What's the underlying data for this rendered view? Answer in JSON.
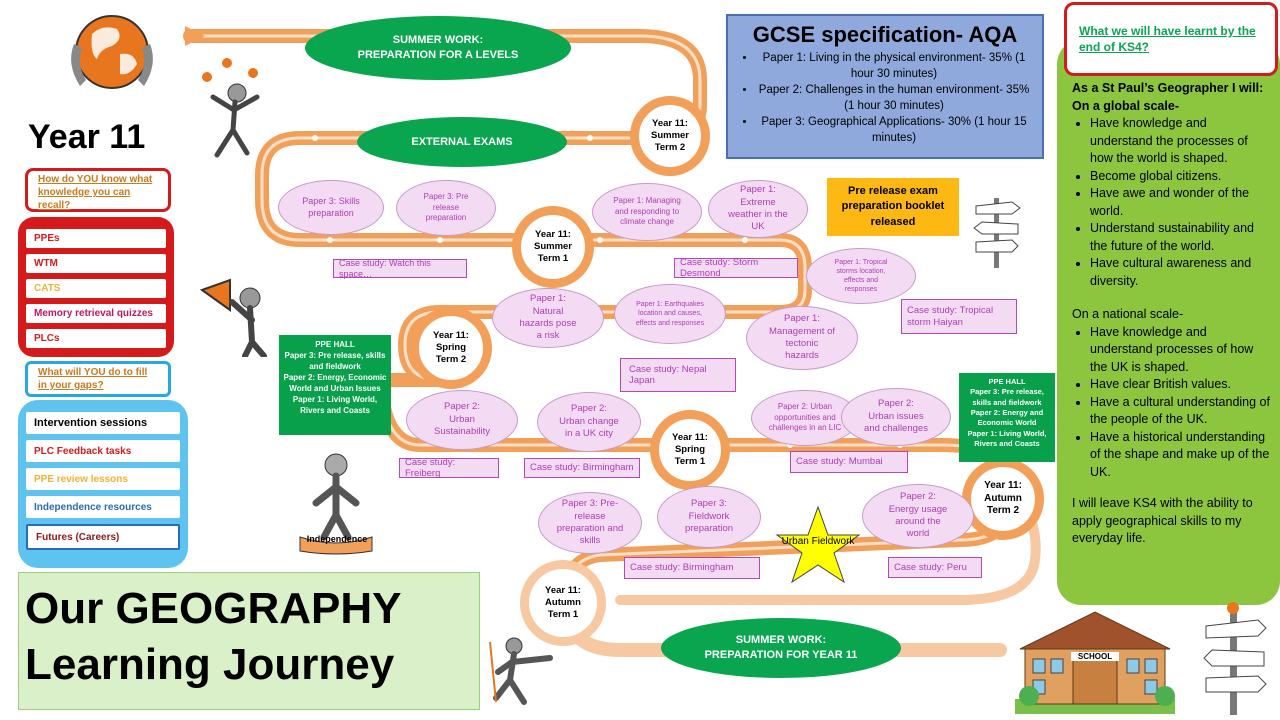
{
  "heading": {
    "year": "Year 11",
    "title_line1": "Our GEOGRAPHY",
    "title_line2": "Learning Journey"
  },
  "recall": {
    "question": "How do YOU know what knowledge you can recall?",
    "items": [
      {
        "label": "PPEs",
        "color": "#d41a1a"
      },
      {
        "label": "WTM",
        "color": "#d41a1a"
      },
      {
        "label": "CATS",
        "color": "#f2b134"
      },
      {
        "label": "Memory retrieval quizzes",
        "color": "#c2185b"
      },
      {
        "label": "PLCs",
        "color": "#d41a1a"
      }
    ]
  },
  "gaps": {
    "question": "What will YOU do to fill in your gaps?",
    "items": [
      {
        "label": "Intervention sessions",
        "color": "#000000"
      },
      {
        "label": "PLC Feedback tasks",
        "color": "#d41a1a"
      },
      {
        "label": "PPE review lessons",
        "color": "#f2b134"
      },
      {
        "label": "Independence resources",
        "color": "#2a6bb5"
      },
      {
        "label": "Futures (Careers)",
        "color": "#8b1a1a"
      }
    ]
  },
  "spec": {
    "title": "GCSE specification- AQA",
    "items": [
      "Paper 1: Living in the physical environment- 35% (1 hour 30 minutes)",
      "Paper 2: Challenges in the human environment- 35% (1 hour 30 minutes)",
      "Paper 3: Geographical Applications- 30% (1 hour 15 minutes)"
    ]
  },
  "ks4": {
    "link": "What we will have learnt by the end of KS4?",
    "intro": "As a St Paul’s Geographer I will:",
    "global_heading": "On a global scale-",
    "global_items": [
      "Have knowledge and understand the processes of how the world is shaped.",
      "Become global citizens.",
      "Have awe and wonder of the world.",
      "Understand sustainability and the future of the world.",
      "Have cultural awareness and diversity."
    ],
    "national_heading": "On a national scale-",
    "national_items": [
      "Have knowledge and understand processes of how the UK is shaped.",
      "Have clear British values.",
      "Have a cultural understanding of the people of the UK.",
      "Have a historical understanding of the shape and make up of the UK."
    ],
    "closing": "I will leave KS4 with the ability to apply geographical skills to my everyday life."
  },
  "pills": {
    "summer_top": "SUMMER WORK: PREPARATION FOR A LEVELS",
    "exams": "EXTERNAL EXAMS",
    "summer_bottom": "SUMMER WORK: PREPARATION FOR YEAR 11"
  },
  "terms": {
    "summer2": "Year 11: Summer Term 2",
    "summer1": "Year 11: Summer Term 1",
    "spring2": "Year 11: Spring Term 2",
    "spring1": "Year 11: Spring Term 1",
    "autumn2": "Year 11: Autumn Term 2",
    "autumn1": "Year 11: Autumn Term 1"
  },
  "bubbles": {
    "skills": "Paper 3: Skills preparation",
    "prerelease_top": "Paper 3: Pre release preparation",
    "climate": "Paper 1: Managing and responding to climate change",
    "weather": "Paper 1: Extreme weather in the UK",
    "storms": "Paper 1: Tropical storms location, effects and responses",
    "hazards": "Paper 1: Natural hazards pose a risk",
    "earthquakes": "Paper 1: Earthquakes location and causes, effects and responses",
    "tectonic": "Paper 1: Management of tectonic hazards",
    "urban_sust": "Paper 2: Urban Sustainability",
    "urban_change": "Paper 2: Urban change in a UK city",
    "lic": "Paper 2: Urban opportunities and challenges in an LIC",
    "urban_issues": "Paper 2: Urban issues and challenges",
    "prerelease_skills": "Paper 3: Pre-release preparation and skills",
    "fieldwork": "Paper 3: Fieldwork preparation",
    "energy": "Paper 2: Energy usage around the world"
  },
  "cases": {
    "watch": "Case study: Watch this space…",
    "desmond": "Case study: Storm Desmond",
    "haiyan": "Case study: Tropical storm Haiyan",
    "nepal": "Case study: Nepal Japan",
    "freiberg": "Case study: Freiberg",
    "birmingham1": "Case study: Birmingham",
    "mumbai": "Case study: Mumbai",
    "birmingham2": "Case study: Birmingham",
    "peru": "Case study: Peru"
  },
  "prerelease_box": "Pre release exam preparation booklet released",
  "ppe_left": {
    "title": "PPE HALL",
    "lines": [
      "Paper 3: Pre release, skills and fieldwork",
      "Paper 2: Energy, Economic World and Urban Issues",
      "Paper 1: Living World, Rivers and Coasts"
    ]
  },
  "ppe_right": {
    "title": "PPE HALL",
    "lines": [
      "Paper 3: Pre release, skills and fieldwork",
      "Paper 2: Energy and Economic World",
      "Paper 1: Living World, Rivers and Coasts"
    ]
  },
  "star_label": "Urban Fieldwork",
  "independence_label": "Independence",
  "school_sign": "SCHOOL",
  "colors": {
    "road_dark": "#f2a059",
    "road_light": "#f7c9a2",
    "green": "#0aa64f",
    "spec_bg": "#8fa9dc",
    "ks4_bg": "#8cc63f",
    "title_bg": "#d9f0c9"
  }
}
